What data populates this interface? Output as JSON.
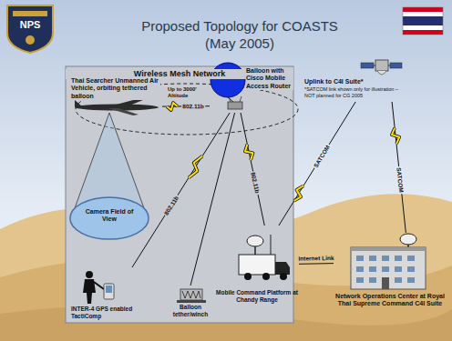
{
  "diagram": {
    "title": "Proposed Topology for COASTS (May 2005)",
    "nodes": [
      {
        "text": [
          "Wireless Mesh Network"
        ]
      },
      {
        "text": [
          "Thai Searcher Unmanned Air Vehicle, orbiting tethered balloon"
        ],
        "in": 0
      },
      {
        "text": [
          "Balloon with Cisco Mobile Access Router"
        ],
        "in": 0
      },
      {
        "text": [
          "Camera Field of View"
        ],
        "in": 0
      },
      {
        "text": [
          "INTER-4 GPS enabled TactiComp"
        ],
        "in": 0
      },
      {
        "text": [
          "Balloon tether/winch"
        ],
        "in": 0
      },
      {
        "text": [
          "Mobile Command Platform at Chandy Range"
        ],
        "in": 0
      },
      {
        "text": [
          "Uplink to C4I Suite*",
          "*SATCOM link shown only for illustration – NOT planned for CG 2005"
        ]
      },
      {
        "text": [
          "Network Operations Center at Royal Thai Supreme Command C4I Suite"
        ]
      }
    ],
    "edges": [
      {
        "from": 1,
        "to": 2,
        "label": "802.11b",
        "arrow": "none"
      },
      {
        "from": 2,
        "to": 4,
        "label": "802.11b",
        "arrow": "none"
      },
      {
        "from": 2,
        "to": 5,
        "arrow": "none"
      },
      {
        "from": 2,
        "to": 6,
        "label": "802.11b",
        "arrow": "none"
      },
      {
        "from": 6,
        "to": 7,
        "label": "SATCOM",
        "arrow": "none"
      },
      {
        "from": 7,
        "to": 8,
        "label": "SATCOM",
        "arrow": "none"
      },
      {
        "from": 6,
        "to": 8,
        "label": "Internet Link",
        "arrow": "none"
      }
    ],
    "labels": [
      "Up to 3000' Altitude",
      "NPS"
    ]
  }
}
